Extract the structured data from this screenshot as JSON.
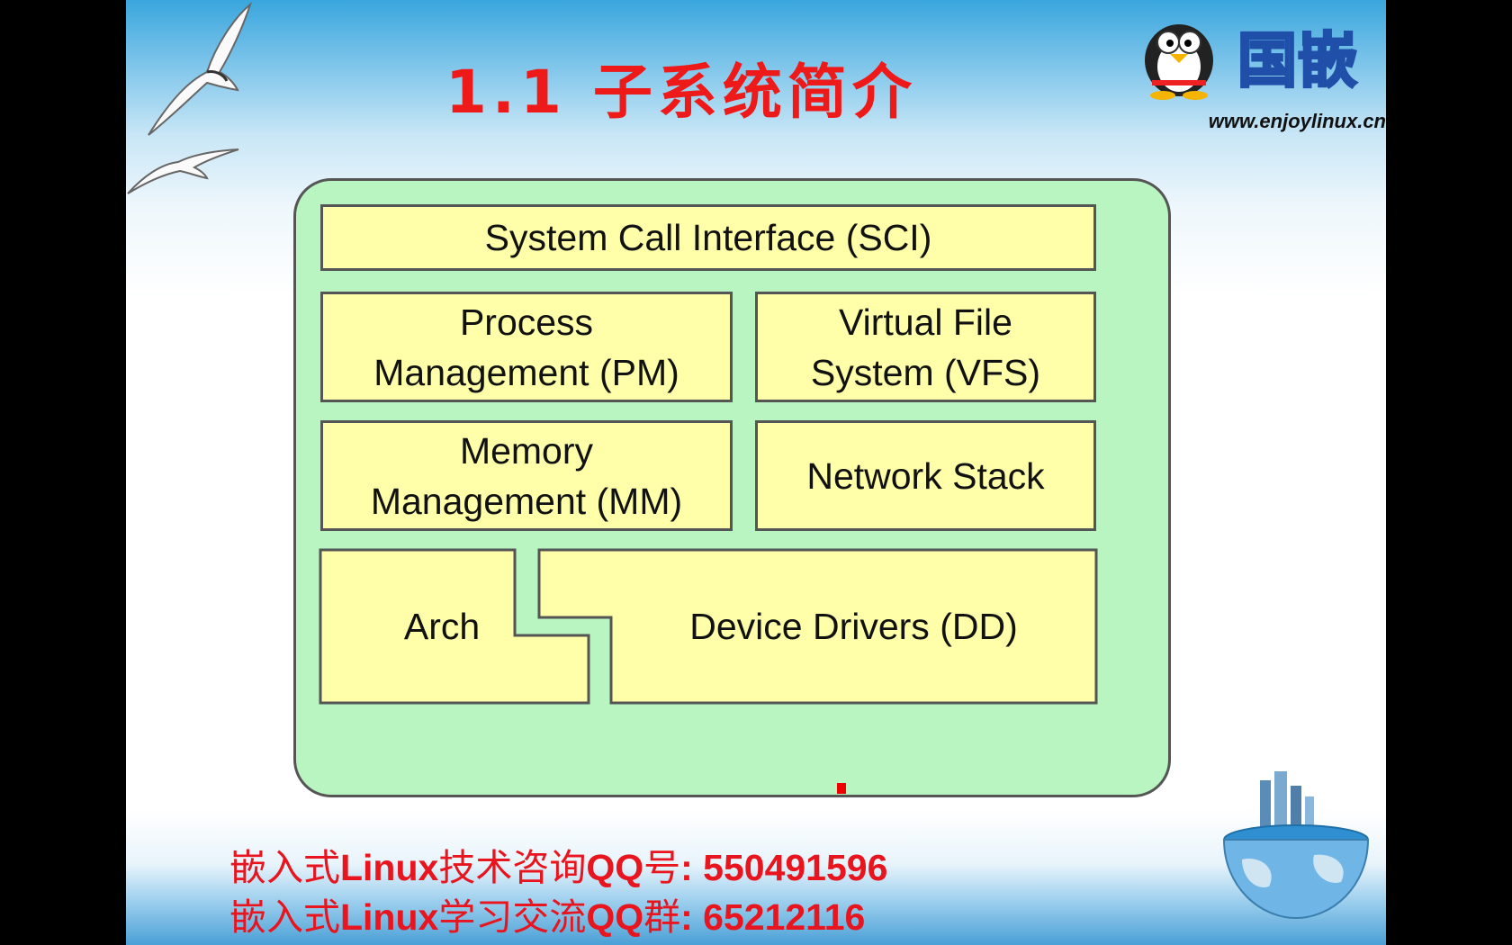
{
  "slide": {
    "title": "1.1 子系统简介",
    "logo": {
      "text": "国嵌",
      "url": "www.enjoylinux.cn"
    }
  },
  "diagram": {
    "blocks": {
      "sci": "System Call Interface (SCI)",
      "pm": "Process\nManagement (PM)",
      "vfs": "Virtual File\nSystem (VFS)",
      "mm": "Memory\nManagement (MM)",
      "net": "Network Stack",
      "arch": "Arch",
      "dd": "Device Drivers (DD)"
    }
  },
  "footer": {
    "line1_cn": "嵌入式",
    "line1_linux": "Linux",
    "line1_cn2": "技术咨询",
    "line1_qq": "QQ",
    "line1_cn3": "号",
    "line1_num": ": 550491596",
    "line2_cn": "嵌入式",
    "line2_linux": "Linux",
    "line2_cn2": "学习交流",
    "line2_qq": "QQ",
    "line2_cn3": "群",
    "line2_num": ":  65212116"
  },
  "colors": {
    "title": "#ee1a1a",
    "block_fill": "#feffa8",
    "diagram_bg": "#b8f5c0",
    "footer": "#e8141e",
    "logo_blue": "#3b7fd8"
  }
}
